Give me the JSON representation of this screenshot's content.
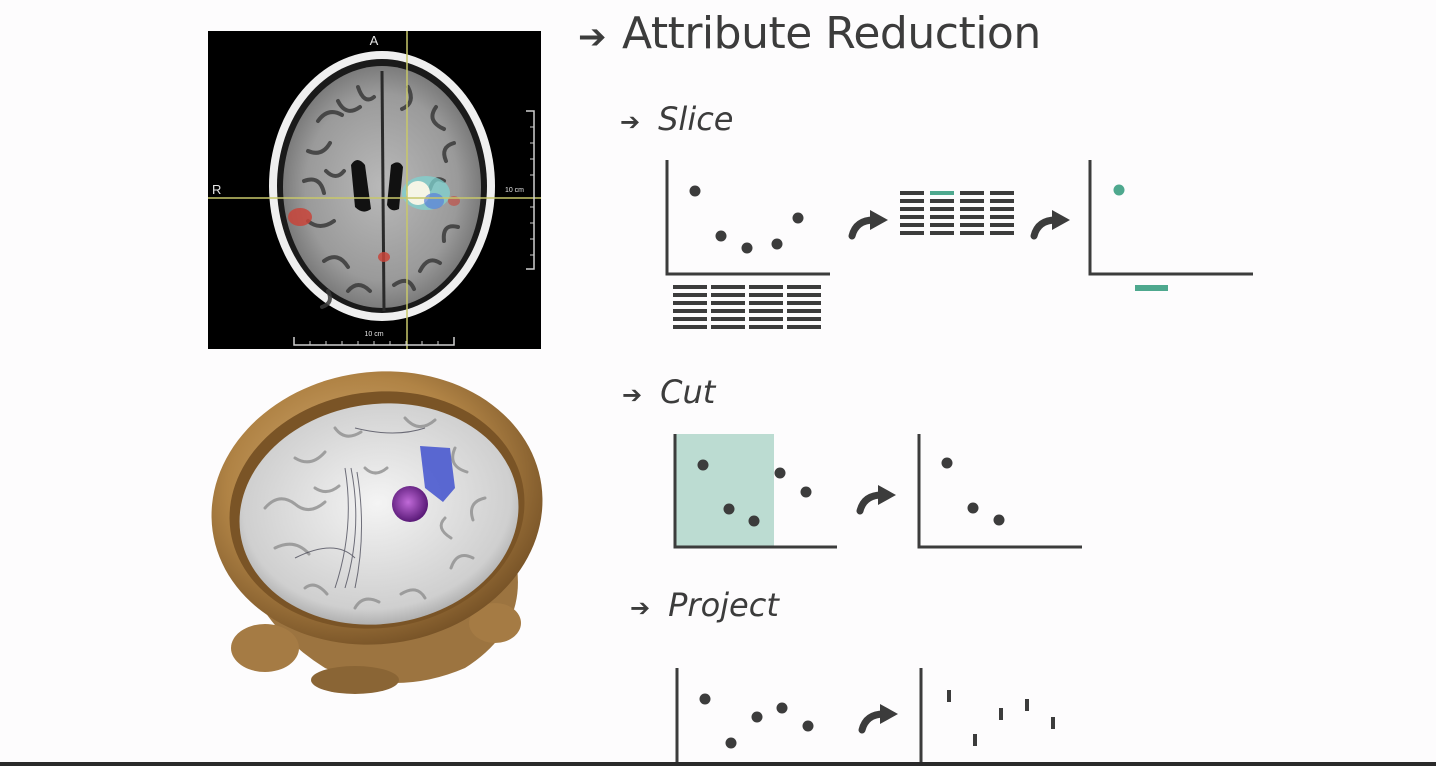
{
  "title": "Attribute Reduction",
  "arrow_glyph": "➔",
  "sections": [
    {
      "key": "slice",
      "label": "Slice"
    },
    {
      "key": "cut",
      "label": "Cut"
    },
    {
      "key": "project",
      "label": "Project"
    }
  ],
  "mri_slice": {
    "orientation_top": "A",
    "orientation_left": "R",
    "scale_right": "10 cm",
    "scale_bottom": "10 cm"
  },
  "colors": {
    "text": "#3c3c3c",
    "teal": "#4ea88e",
    "teal_region": "#bcdcd2",
    "background": "#fdfcfd"
  }
}
